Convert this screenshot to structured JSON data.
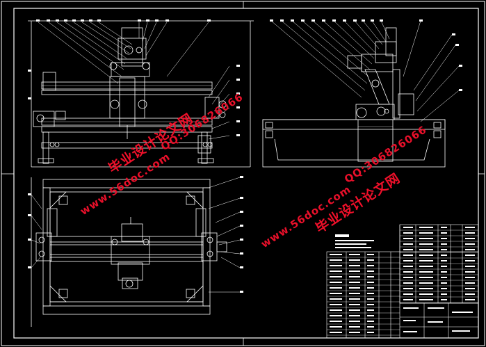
{
  "watermarks": {
    "site": "www.56doc.com",
    "qq": "QQ:306826066",
    "label": "毕业设计论文网"
  },
  "colors": {
    "background": "#000000",
    "lines": "#ffffff",
    "watermark": "#e8102a"
  }
}
